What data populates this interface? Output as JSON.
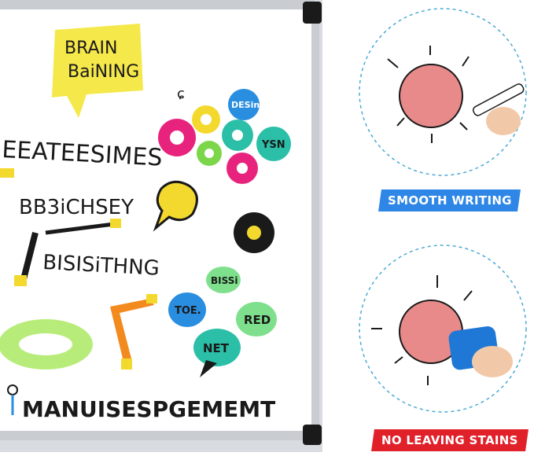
{
  "whiteboard": {
    "sticky_note_line1": "BRAIN",
    "sticky_note_line2": "BaiNING",
    "scribble_1": "EEATEESIMES",
    "scribble_2": "BB3iCHSEY",
    "scribble_3": "BISISiTHNG",
    "bottom_word": "MANUISESPGEMEMT",
    "gear_label_1": "DESin",
    "gear_label_2": "YSN",
    "bubble_1": "BISSi",
    "bubble_2": "TOE.",
    "bubble_3": "RED",
    "bubble_4": "NET"
  },
  "features": [
    {
      "label": "SMOOTH WRITING",
      "color": "#2e86e6"
    },
    {
      "label": "NO LEAVING STAINS",
      "color": "#e0212a"
    }
  ],
  "colors": {
    "frame": "#c9ccd1",
    "corner": "#1a1a1a",
    "sticky": "#f5e84a",
    "gear_pink": "#e8237e",
    "gear_yellow": "#f3d92e",
    "gear_teal": "#2bbfa8",
    "gear_green": "#7cd64a",
    "bubble_blue": "#2a8ee0",
    "bubble_green": "#7ee08c",
    "sun_red": "#d9534f",
    "eraser_blue": "#1f78d6"
  }
}
